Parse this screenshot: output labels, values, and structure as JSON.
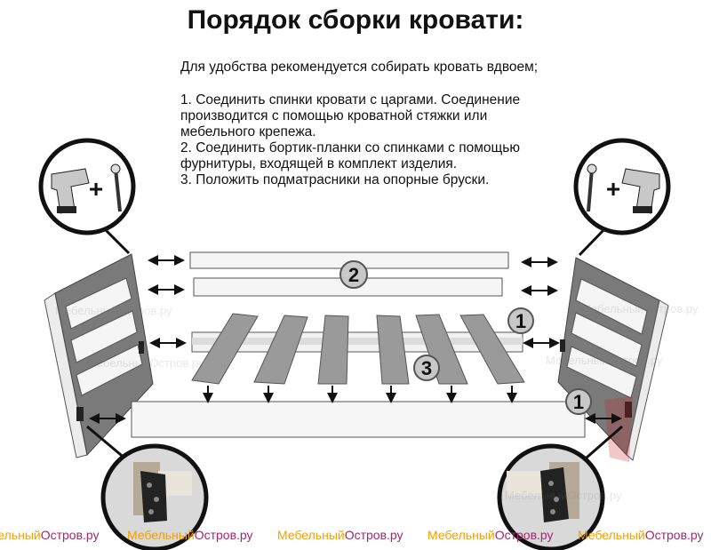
{
  "title": "Порядок сборки кровати:",
  "intro": "Для удобства рекомендуется собирать кровать вдвоем;",
  "steps": [
    "1. Соединить спинки кровати с царгами. Соединение",
    "производится с помощью кроватной стяжки или",
    "мебельного крепежа.",
    "2. Соединить бортик-планки со спинками с помощью",
    "фурнитуры, входящей в комплект изделия.",
    "3. Положить подматрасники на опорные бруски."
  ],
  "callouts": {
    "one": "1",
    "two": "2",
    "three": "3"
  },
  "tool_plus": "+",
  "watermark": {
    "part1": "Мебельный",
    "part2": "Остров.ру"
  },
  "colors": {
    "slat": "#9a9a9a",
    "headboard": "#777777",
    "panel": "#f2f2f2",
    "callout": "#c8c8c8",
    "wm_orange": "#f2a000",
    "wm_purple": "#9c2a72"
  }
}
